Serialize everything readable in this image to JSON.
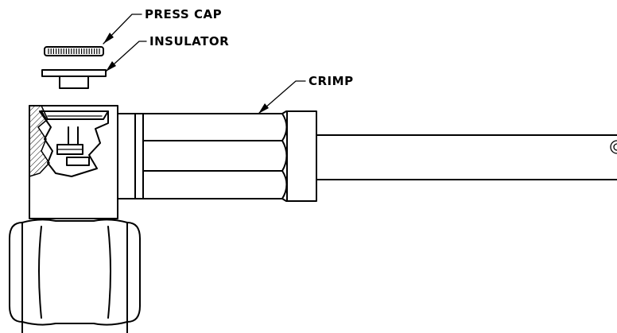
{
  "labels": {
    "press_cap": "PRESS CAP",
    "insulator": "INSULATOR",
    "crimp": "CRIMP"
  },
  "colors": {
    "ink": "#000000",
    "background": "#ffffff"
  }
}
